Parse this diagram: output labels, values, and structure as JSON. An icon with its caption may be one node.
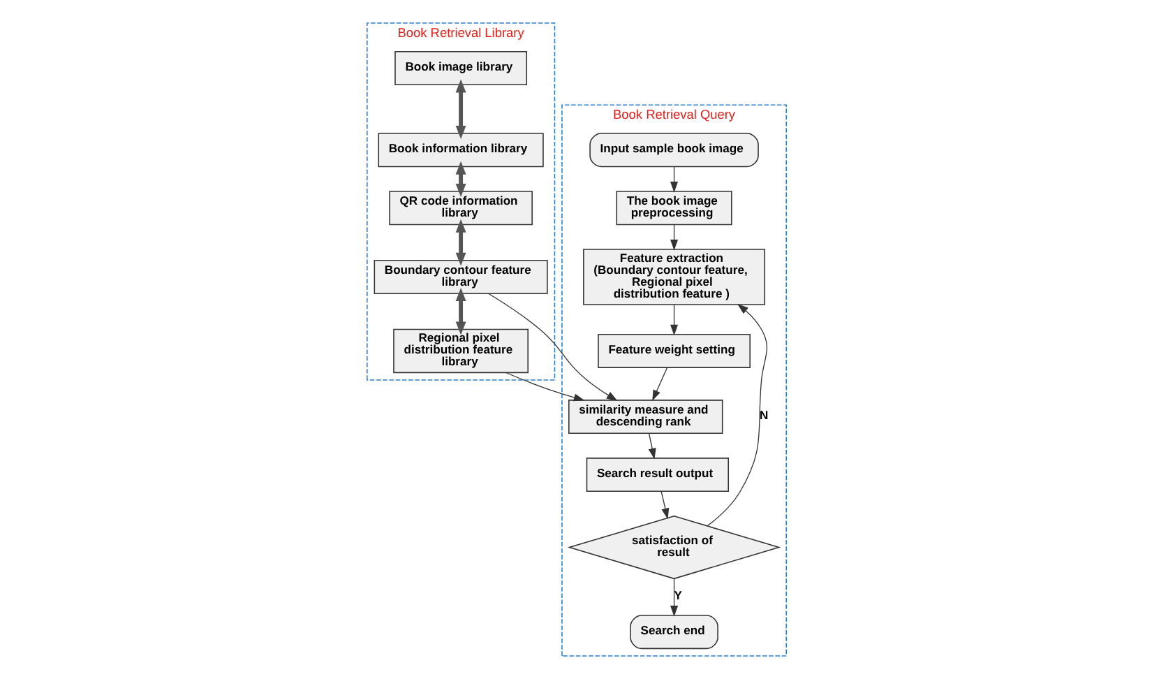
{
  "diagram": {
    "nodes": [
      {
        "text": [
          "Book Retrieval Library"
        ]
      },
      {
        "text": [
          "Book image library"
        ],
        "in": 0
      },
      {
        "text": [
          "Book information library"
        ],
        "in": 0
      },
      {
        "text": [
          "QR code information library"
        ],
        "in": 0
      },
      {
        "text": [
          "Boundary contour feature library"
        ],
        "in": 0
      },
      {
        "text": [
          "Regional pixel distribution feature library"
        ],
        "in": 0
      },
      {
        "text": [
          "Book Retrieval Query"
        ]
      },
      {
        "text": [
          "Input sample book image"
        ],
        "in": 6
      },
      {
        "text": [
          "The book image preprocessing"
        ],
        "in": 6
      },
      {
        "text": [
          "Feature extraction (Boundary contour feature, Regional pixel distribution feature )"
        ],
        "in": 6
      },
      {
        "text": [
          "Feature weight setting"
        ],
        "in": 6
      },
      {
        "text": [
          "similarity measure and descending rank"
        ],
        "in": 6
      },
      {
        "text": [
          "Search result output"
        ],
        "in": 6
      },
      {
        "text": [
          "satisfaction of result"
        ],
        "in": 6
      },
      {
        "text": [
          "Search end"
        ],
        "in": 6
      }
    ],
    "edges": [
      {
        "from": 1,
        "to": 2,
        "arrow": "both",
        "style": "thick"
      },
      {
        "from": 2,
        "to": 3,
        "arrow": "both",
        "style": "thick"
      },
      {
        "from": 3,
        "to": 4,
        "arrow": "both",
        "style": "thick"
      },
      {
        "from": 4,
        "to": 5,
        "arrow": "both",
        "style": "thick"
      },
      {
        "from": 7,
        "to": 8,
        "arrow": "to"
      },
      {
        "from": 8,
        "to": 9,
        "arrow": "to"
      },
      {
        "from": 9,
        "to": 10,
        "arrow": "to"
      },
      {
        "from": 10,
        "to": 11,
        "arrow": "to"
      },
      {
        "from": 4,
        "to": 11,
        "arrow": "to"
      },
      {
        "from": 5,
        "to": 11,
        "arrow": "to"
      },
      {
        "from": 11,
        "to": 12,
        "arrow": "to"
      },
      {
        "from": 12,
        "to": 13,
        "arrow": "to"
      },
      {
        "from": 13,
        "to": 9,
        "arrow": "to",
        "label": "N"
      },
      {
        "from": 13,
        "to": 14,
        "arrow": "to",
        "label": "Y"
      }
    ]
  }
}
